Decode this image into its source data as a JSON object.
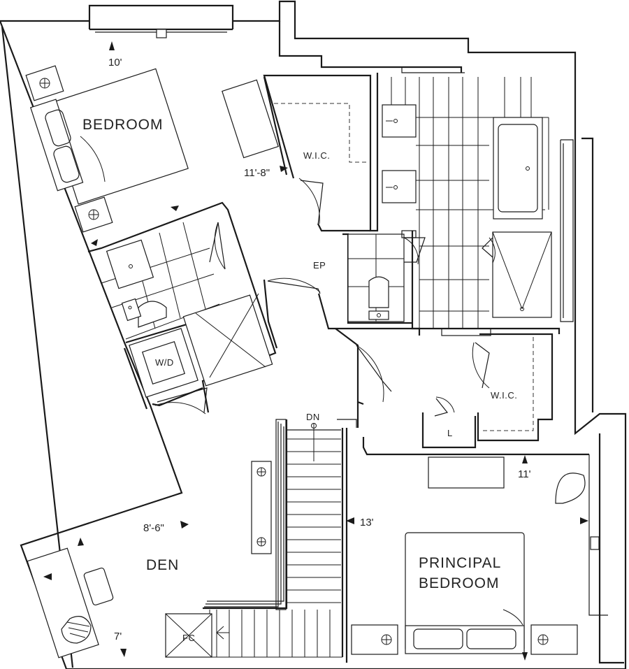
{
  "rooms": {
    "bedroom": "BEDROOM",
    "wic_1": "W.I.C.",
    "ep": "EP",
    "wd": "W/D",
    "wic_2": "W.I.C.",
    "linen": "L",
    "dn": "DN",
    "den": "DEN",
    "fc": "FC",
    "principal_line1": "PRINCIPAL",
    "principal_line2": "BEDROOM"
  },
  "dimensions": {
    "bedroom_width": "10'",
    "bedroom_depth": "11'-8\"",
    "den_width": "8'-6\"",
    "den_depth": "7'",
    "principal_width": "11'",
    "principal_depth": "13'"
  }
}
